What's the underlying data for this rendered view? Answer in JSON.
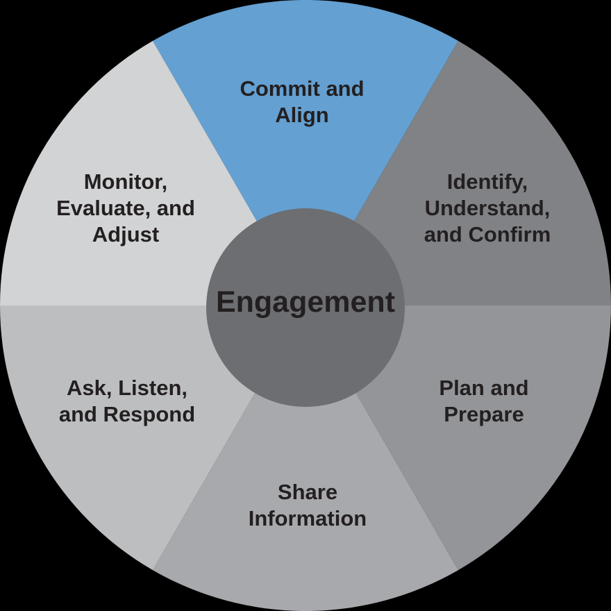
{
  "diagram": {
    "title": "Engagement",
    "background_color": "#000000",
    "label_color": "#231F20",
    "center": {
      "label": "Engagement",
      "color": "#6D6E71"
    },
    "segments": [
      {
        "id": "commit-and-align",
        "label": "Commit and Align",
        "lines": [
          "Commit and",
          "Align"
        ],
        "color": "#64A0D2",
        "position": "top"
      },
      {
        "id": "identify-understand-and-confirm",
        "label": "Identify, Understand, and Confirm",
        "lines": [
          "Identify,",
          "Understand,",
          "and Confirm"
        ],
        "color": "#808285",
        "position": "upper-right"
      },
      {
        "id": "plan-and-prepare",
        "label": "Plan and Prepare",
        "lines": [
          "Plan and",
          "Prepare"
        ],
        "color": "#939598",
        "position": "lower-right"
      },
      {
        "id": "share-information",
        "label": "Share Information",
        "lines": [
          "Share",
          "Information"
        ],
        "color": "#A7A9AC",
        "position": "bottom"
      },
      {
        "id": "ask-listen-and-respond",
        "label": "Ask, Listen, and Respond",
        "lines": [
          "Ask, Listen,",
          "and Respond"
        ],
        "color": "#BCBEC0",
        "position": "lower-left"
      },
      {
        "id": "monitor-evaluate-and-adjust",
        "label": "Monitor, Evaluate, and Adjust",
        "lines": [
          "Monitor,",
          "Evaluate, and",
          "Adjust"
        ],
        "color": "#D1D3D4",
        "position": "upper-left"
      }
    ]
  }
}
